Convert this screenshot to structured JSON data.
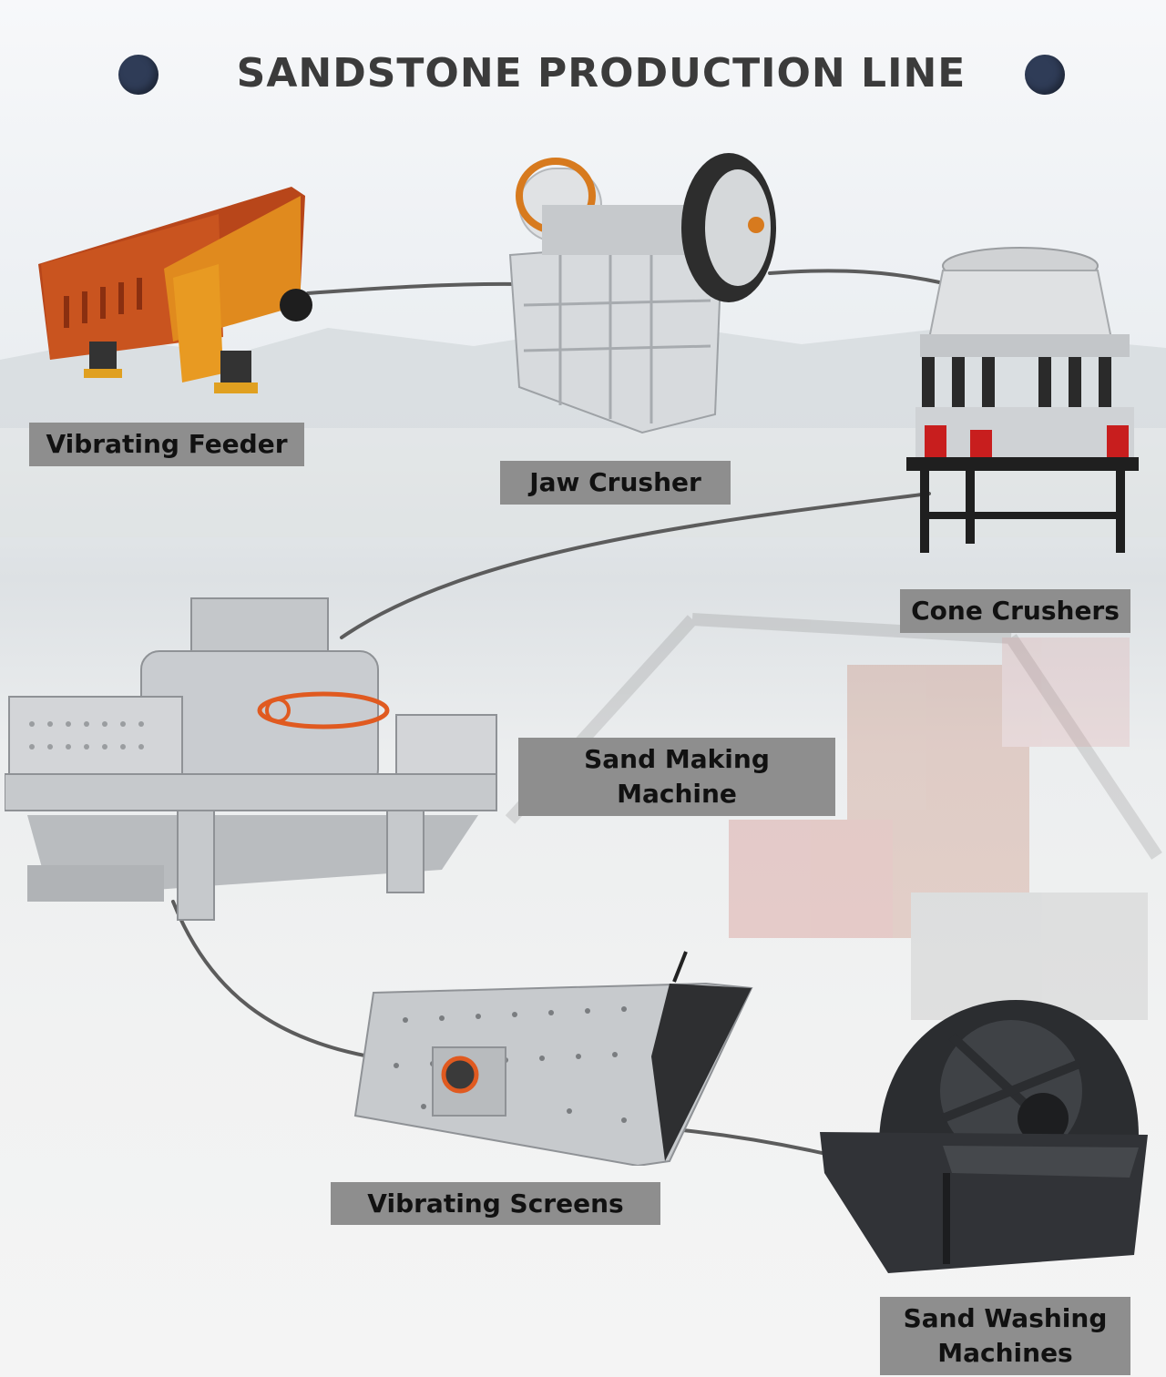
{
  "title": "SANDSTONE PRODUCTION LINE",
  "colors": {
    "title_dot": "#2f3c57",
    "label_bg": "#8e8e8e",
    "connector": "#5c5c5c",
    "feeder_orange": "#c8541c",
    "machine_gray": "#c9ccd0",
    "washer_dark": "#2b2d30"
  },
  "machines": [
    {
      "name": "Vibrating Feeder",
      "lines": [
        "Vibrating Feeder"
      ]
    },
    {
      "name": "Jaw Crusher",
      "lines": [
        "Jaw Crusher"
      ]
    },
    {
      "name": "Cone Crushers",
      "lines": [
        "Cone Crushers"
      ]
    },
    {
      "name": "Sand Making Machine",
      "lines": [
        "Sand Making",
        "Machine"
      ]
    },
    {
      "name": "Vibrating Screens",
      "lines": [
        "Vibrating Screens"
      ]
    },
    {
      "name": "Sand Washing Machines",
      "lines": [
        "Sand Washing",
        "Machines"
      ]
    }
  ]
}
